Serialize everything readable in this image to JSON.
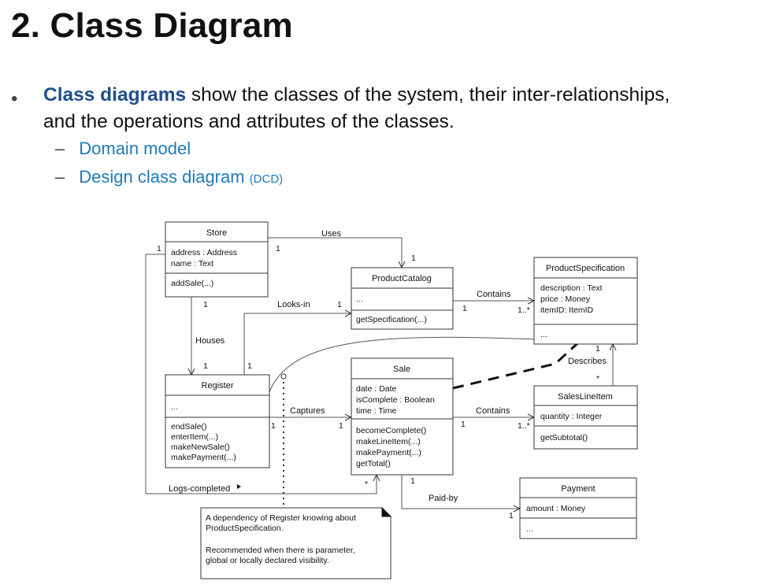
{
  "slide": {
    "title": "2. Class Diagram",
    "bullet_dot": "•",
    "bullet_highlight": "Class diagrams",
    "bullet_rest_line1": " show the classes of the system, their inter-relationships,",
    "bullet_line2": "and the operations and attributes of the classes.",
    "dash": "–",
    "sub1": "Domain model",
    "sub2": "Design class diagram",
    "sub2_small": "(DCD)"
  },
  "classes": {
    "store": {
      "name": "Store",
      "attr1": "address : Address",
      "attr2": "name : Text",
      "op1": "addSale(...)"
    },
    "catalog": {
      "name": "ProductCatalog",
      "attr1": "...",
      "op1": "getSpecification(...)"
    },
    "spec": {
      "name": "ProductSpecification",
      "attr1": "description : Text",
      "attr2": "price : Money",
      "attr3": "itemID: ItemID",
      "op1": "..."
    },
    "register": {
      "name": "Register",
      "attr1": "...",
      "op1": "endSale()",
      "op2": "enterItem(...)",
      "op3": "makeNewSale()",
      "op4": "makePayment(...)"
    },
    "sale": {
      "name": "Sale",
      "attr1": "date : Date",
      "attr2": "isComplete : Boolean",
      "attr3": "time : Time",
      "op1": "becomeComplete()",
      "op2": "makeLineItem(...)",
      "op3": "makePayment(...)",
      "op4": "getTotal()"
    },
    "lineitem": {
      "name": "SalesLineItem",
      "attr1": "quantity : Integer",
      "op1": "getSubtotal()"
    },
    "payment": {
      "name": "Payment",
      "attr1": "amount : Money",
      "op1": "..."
    }
  },
  "associations": {
    "uses": "Uses",
    "looks_in": "Looks-in",
    "houses": "Houses",
    "captures": "Captures",
    "contains_top": "Contains",
    "contains_bottom": "Contains",
    "describes": "Describes",
    "logs_completed": "Logs-completed",
    "paid_by": "Paid-by"
  },
  "multiplicities": {
    "store_left": "1",
    "store_uses": "1",
    "catalog_uses": "1",
    "store_houses": "1",
    "register_houses": "1",
    "register_looks": "1",
    "catalog_looks": "1",
    "catalog_contains": "1",
    "spec_contains": "1..*",
    "spec_describes": "1",
    "lineitem_describes": "*",
    "register_captures": "1",
    "sale_captures": "1",
    "sale_contains": "1",
    "lineitem_contains": "1..*",
    "sale_logs": "*",
    "sale_paid": "1",
    "payment_paid": "1"
  },
  "note": {
    "line1": "A dependency of Register knowing about",
    "line2": "ProductSpecification.",
    "line3": "Recommended when there is parameter,",
    "line4": "global or locally declared visibility."
  }
}
